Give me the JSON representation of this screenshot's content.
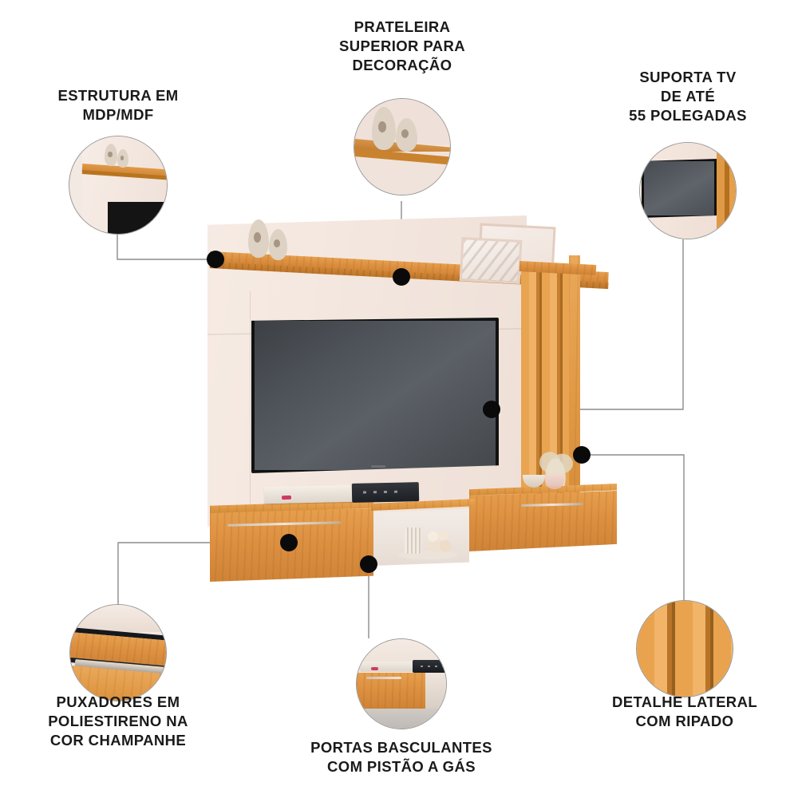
{
  "product": {
    "name": "painel-home-theater",
    "colors": {
      "wood": "#dd9040",
      "wood_light": "#eaa85a",
      "panel": "#f3e6de",
      "screen": "#4e5359",
      "dot": "#0a0a0a",
      "wire": "#8c8c8c",
      "text": "#1a1a1a"
    }
  },
  "callouts": [
    {
      "id": "estrutura",
      "label": "ESTRUTURA EM\nMDP/MDF",
      "detail": "shelf-edge-and-panel-structure"
    },
    {
      "id": "prateleira",
      "label": "PRATELEIRA\nSUPERIOR PARA\nDECORAÇÃO",
      "detail": "upper-shelf-with-vases"
    },
    {
      "id": "suporta-tv",
      "label": "SUPORTA TV\nDE ATÉ\n55 POLEGADAS",
      "detail": "mounted-television"
    },
    {
      "id": "puxadores",
      "label": "PUXADORES EM\nPOLIESTIRENO NA\nCOR CHAMPANHE",
      "detail": "champagne-handle-profile"
    },
    {
      "id": "portas",
      "label": "PORTAS BASCULANTES\nCOM PISTÃO A GÁS",
      "detail": "flip-up-door-with-gas-piston"
    },
    {
      "id": "detalhe-lateral",
      "label": "DETALHE LATERAL\nCOM RIPADO",
      "detail": "slatted-side-detail"
    }
  ]
}
